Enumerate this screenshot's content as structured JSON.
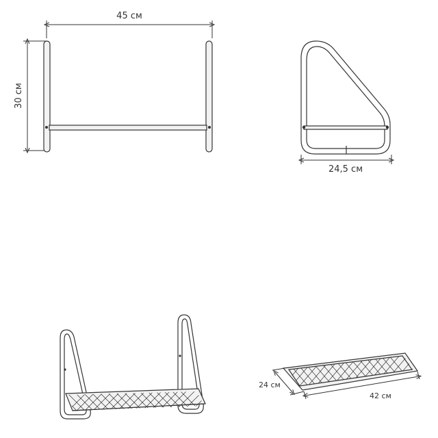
{
  "views": {
    "front": {
      "width_label": "45 см",
      "height_label": "30 см"
    },
    "side": {
      "depth_label": "24,5 см"
    },
    "shelf": {
      "depth_label": "24 см",
      "width_label": "42 см"
    }
  },
  "colors": {
    "line": "#333333",
    "background": "#ffffff"
  }
}
